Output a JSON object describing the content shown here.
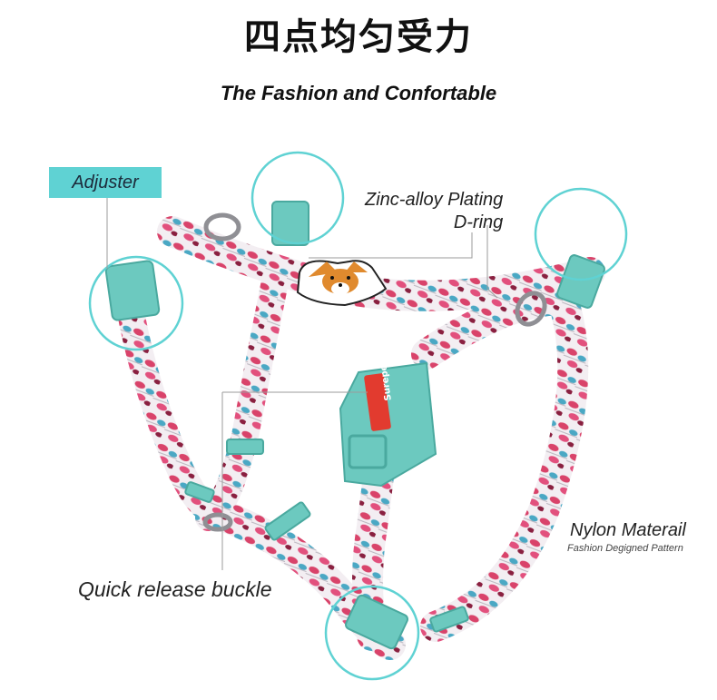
{
  "title_cn": "四点均匀受力",
  "subtitle": "The Fashion and Confortable",
  "callouts": {
    "adjuster": "Adjuster",
    "zinc_line1": "Zinc-alloy Plating",
    "zinc_line2": "D-ring",
    "nylon": "Nylon Materail",
    "nylon_sub": "Fashion Degigned Pattern",
    "quick_release": "Quick release buckle"
  },
  "product": {
    "buckle_brand": "Surepet"
  },
  "colors": {
    "accent_teal": "#5fd2d3",
    "plastic_mint": "#6cc9bf",
    "strap_pink": "#d9436a",
    "strap_white": "#f3eef2"
  }
}
